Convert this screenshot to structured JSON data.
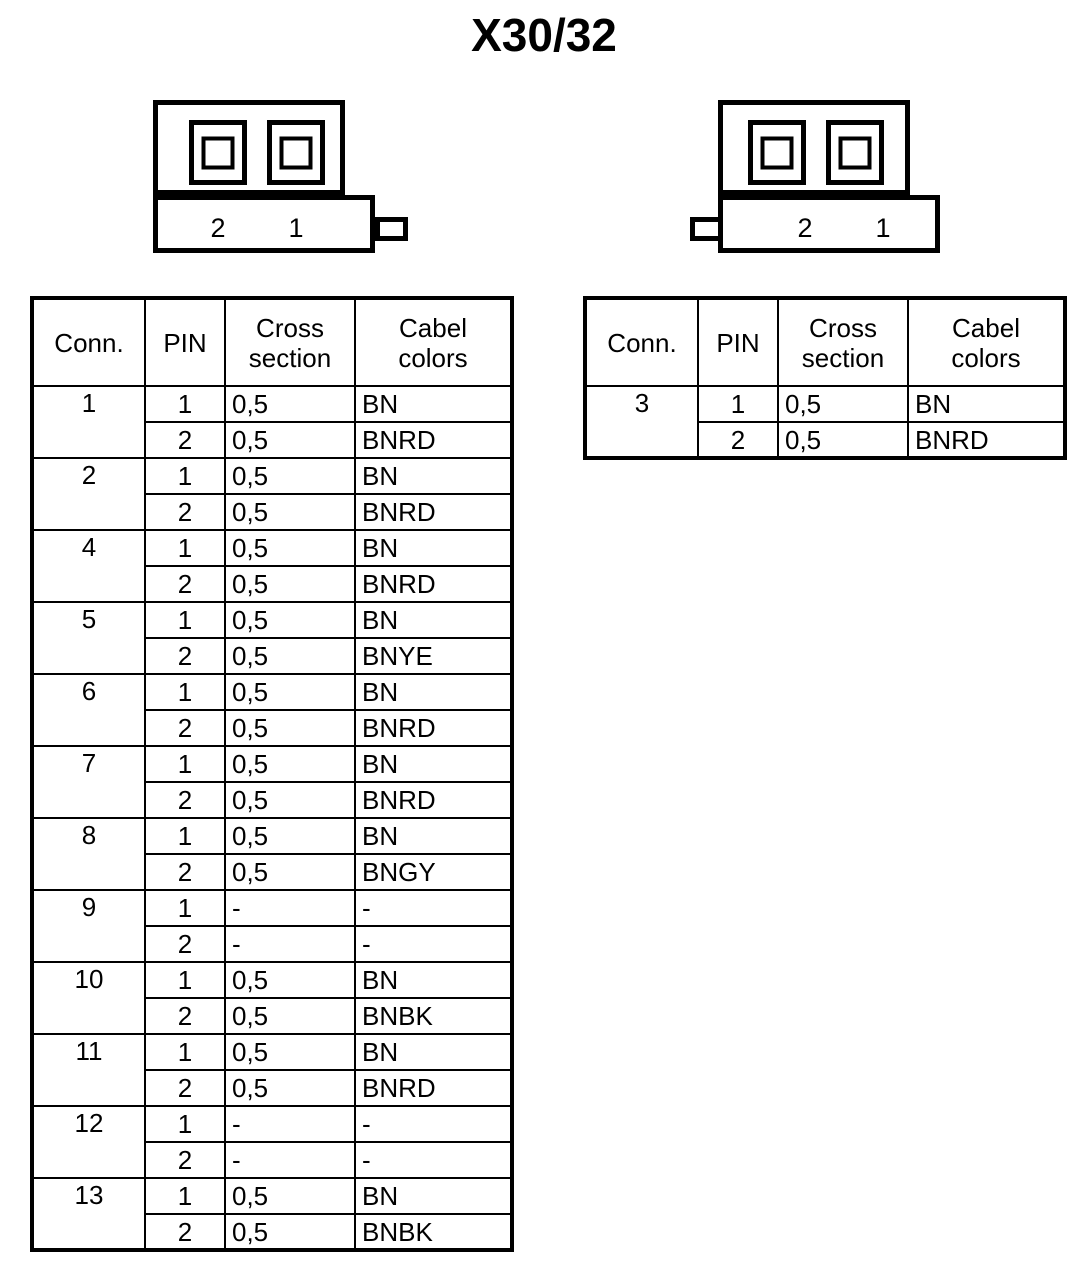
{
  "title": "X30/32",
  "connectors": [
    {
      "name": "connector-left",
      "orientation": "tab-right",
      "pin_labels": [
        "2",
        "1"
      ]
    },
    {
      "name": "connector-right",
      "orientation": "tab-left",
      "pin_labels": [
        "2",
        "1"
      ]
    }
  ],
  "table_headers": {
    "conn": "Conn.",
    "pin": "PIN",
    "cross_line1": "Cross",
    "cross_line2": "section",
    "color_line1": "Cabel",
    "color_line2": "colors"
  },
  "table_left": {
    "groups": [
      {
        "conn": "1",
        "rows": [
          {
            "pin": "1",
            "cross": "0,5",
            "color": "BN"
          },
          {
            "pin": "2",
            "cross": "0,5",
            "color": "BNRD"
          }
        ]
      },
      {
        "conn": "2",
        "rows": [
          {
            "pin": "1",
            "cross": "0,5",
            "color": "BN"
          },
          {
            "pin": "2",
            "cross": "0,5",
            "color": "BNRD"
          }
        ]
      },
      {
        "conn": "4",
        "rows": [
          {
            "pin": "1",
            "cross": "0,5",
            "color": "BN"
          },
          {
            "pin": "2",
            "cross": "0,5",
            "color": "BNRD"
          }
        ]
      },
      {
        "conn": "5",
        "rows": [
          {
            "pin": "1",
            "cross": "0,5",
            "color": "BN"
          },
          {
            "pin": "2",
            "cross": "0,5",
            "color": "BNYE"
          }
        ]
      },
      {
        "conn": "6",
        "rows": [
          {
            "pin": "1",
            "cross": "0,5",
            "color": "BN"
          },
          {
            "pin": "2",
            "cross": "0,5",
            "color": "BNRD"
          }
        ]
      },
      {
        "conn": "7",
        "rows": [
          {
            "pin": "1",
            "cross": "0,5",
            "color": "BN"
          },
          {
            "pin": "2",
            "cross": "0,5",
            "color": "BNRD"
          }
        ]
      },
      {
        "conn": "8",
        "rows": [
          {
            "pin": "1",
            "cross": "0,5",
            "color": "BN"
          },
          {
            "pin": "2",
            "cross": "0,5",
            "color": "BNGY"
          }
        ]
      },
      {
        "conn": "9",
        "rows": [
          {
            "pin": "1",
            "cross": "-",
            "color": "-"
          },
          {
            "pin": "2",
            "cross": "-",
            "color": "-"
          }
        ]
      },
      {
        "conn": "10",
        "rows": [
          {
            "pin": "1",
            "cross": "0,5",
            "color": "BN"
          },
          {
            "pin": "2",
            "cross": "0,5",
            "color": "BNBK"
          }
        ]
      },
      {
        "conn": "11",
        "rows": [
          {
            "pin": "1",
            "cross": "0,5",
            "color": "BN"
          },
          {
            "pin": "2",
            "cross": "0,5",
            "color": "BNRD"
          }
        ]
      },
      {
        "conn": "12",
        "rows": [
          {
            "pin": "1",
            "cross": "-",
            "color": "-"
          },
          {
            "pin": "2",
            "cross": "-",
            "color": "-"
          }
        ]
      },
      {
        "conn": "13",
        "rows": [
          {
            "pin": "1",
            "cross": "0,5",
            "color": "BN"
          },
          {
            "pin": "2",
            "cross": "0,5",
            "color": "BNBK"
          }
        ]
      }
    ]
  },
  "table_right": {
    "groups": [
      {
        "conn": "3",
        "rows": [
          {
            "pin": "1",
            "cross": "0,5",
            "color": "BN"
          },
          {
            "pin": "2",
            "cross": "0,5",
            "color": "BNRD"
          }
        ]
      }
    ]
  },
  "colors": {
    "line": "#000000",
    "background": "#ffffff"
  }
}
